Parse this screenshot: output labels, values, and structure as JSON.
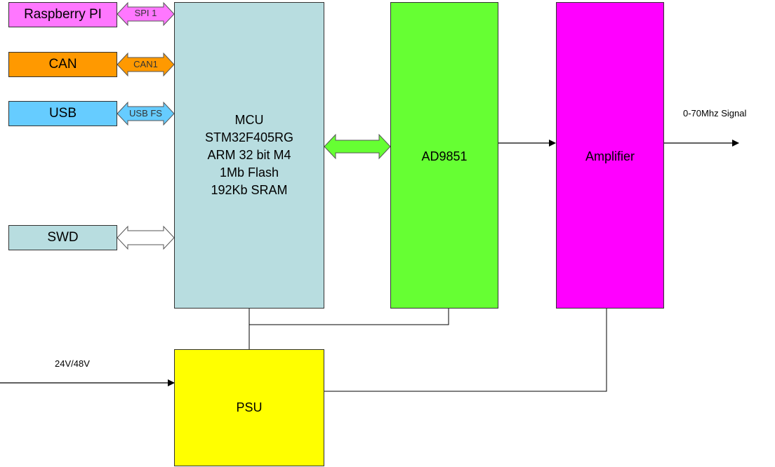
{
  "blocks": {
    "raspberry": {
      "label": "Raspberry PI",
      "color": "#ff77ff"
    },
    "can": {
      "label": "CAN",
      "color": "#ff9900"
    },
    "usb": {
      "label": "USB",
      "color": "#66ccff"
    },
    "swd": {
      "label": "SWD",
      "color": "#b8dde0"
    },
    "mcu": {
      "lines": [
        "MCU",
        "STM32F405RG",
        "ARM 32 bit M4",
        "1Mb Flash",
        "192Kb SRAM"
      ],
      "color": "#b8dde0"
    },
    "ad9851": {
      "label": "AD9851",
      "color": "#66ff33"
    },
    "amplifier": {
      "label": "Amplifier",
      "color": "#ff00ff"
    },
    "psu": {
      "label": "PSU",
      "color": "#ffff00"
    }
  },
  "arrows": {
    "spi": {
      "label": "SPI 1",
      "color": "#ff77ff"
    },
    "can": {
      "label": "CAN1",
      "color": "#ff9900"
    },
    "usb": {
      "label": "USB FS",
      "color": "#66ccff"
    },
    "swd": {
      "label": "",
      "color": "#ffffff"
    },
    "mcu_ad": {
      "label": "",
      "color": "#66ff33"
    }
  },
  "signals": {
    "output": "0-70Mhz Signal",
    "input": "24V/48V"
  }
}
